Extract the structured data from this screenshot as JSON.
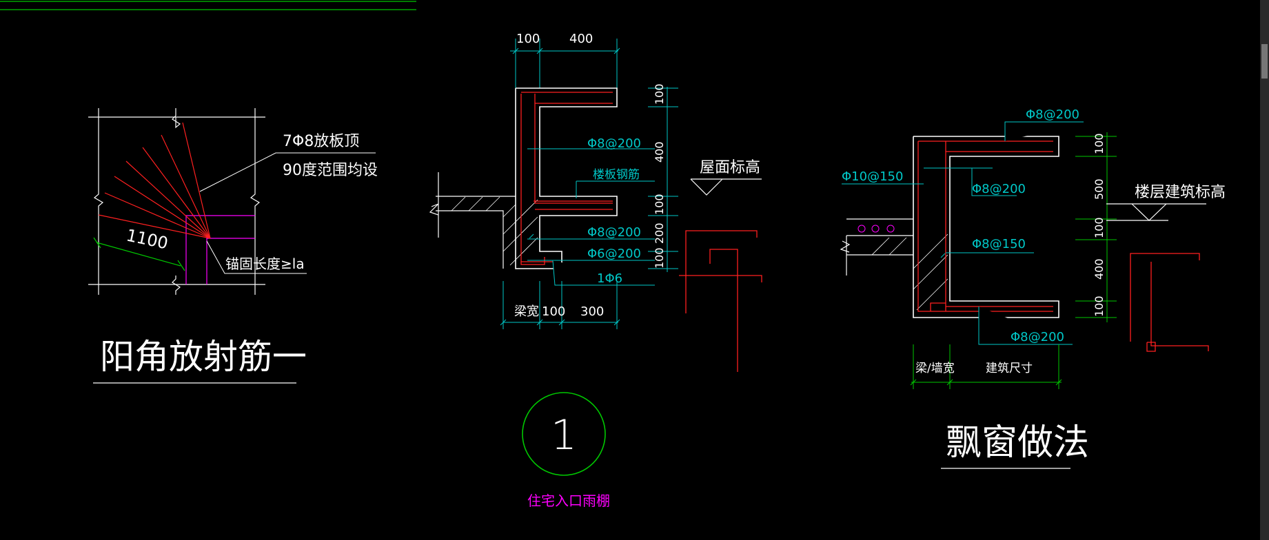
{
  "colors": {
    "background": "#000000",
    "white": "#ffffff",
    "red": "#ff2020",
    "cyan": "#00c8c8",
    "green": "#00c800",
    "magenta": "#ff00ff",
    "brightgreen": "#00ff00"
  },
  "detail_left": {
    "note_line1": "7Φ8放板顶",
    "note_line2": "90度范围均设",
    "dim_length": "1100",
    "anchor_note": "锚固长度≥la",
    "title": "阳角放射筋一"
  },
  "detail_center": {
    "dim_top_100": "100",
    "dim_top_400": "400",
    "rebar_top": "Φ8@200",
    "slab_rebar": "楼板钢筋",
    "rebar_mid": "Φ8@200",
    "rebar_bottom": "Φ6@200",
    "rebar_single": "1Φ6",
    "dim_beam_width": "梁宽",
    "dim_bot_100": "100",
    "dim_bot_300": "300",
    "vdim_100a": "100",
    "vdim_400": "400",
    "vdim_100b": "100",
    "vdim_200": "200",
    "vdim_100c": "100",
    "roof_level": "屋面标高",
    "callout_number": "1",
    "caption": "住宅入口雨棚"
  },
  "detail_right": {
    "rebar_top": "Φ8@200",
    "rebar_left": "Φ10@150",
    "rebar_inner": "Φ8@200",
    "rebar_mid": "Φ8@150",
    "rebar_bottom": "Φ8@200",
    "vdim_100a": "100",
    "vdim_500": "500",
    "vdim_100b": "100",
    "vdim_400": "400",
    "vdim_100c": "100",
    "floor_level": "楼层建筑标高",
    "dim_beam_wall": "梁/墙宽",
    "dim_arch": "建筑尺寸",
    "title": "飘窗做法"
  }
}
